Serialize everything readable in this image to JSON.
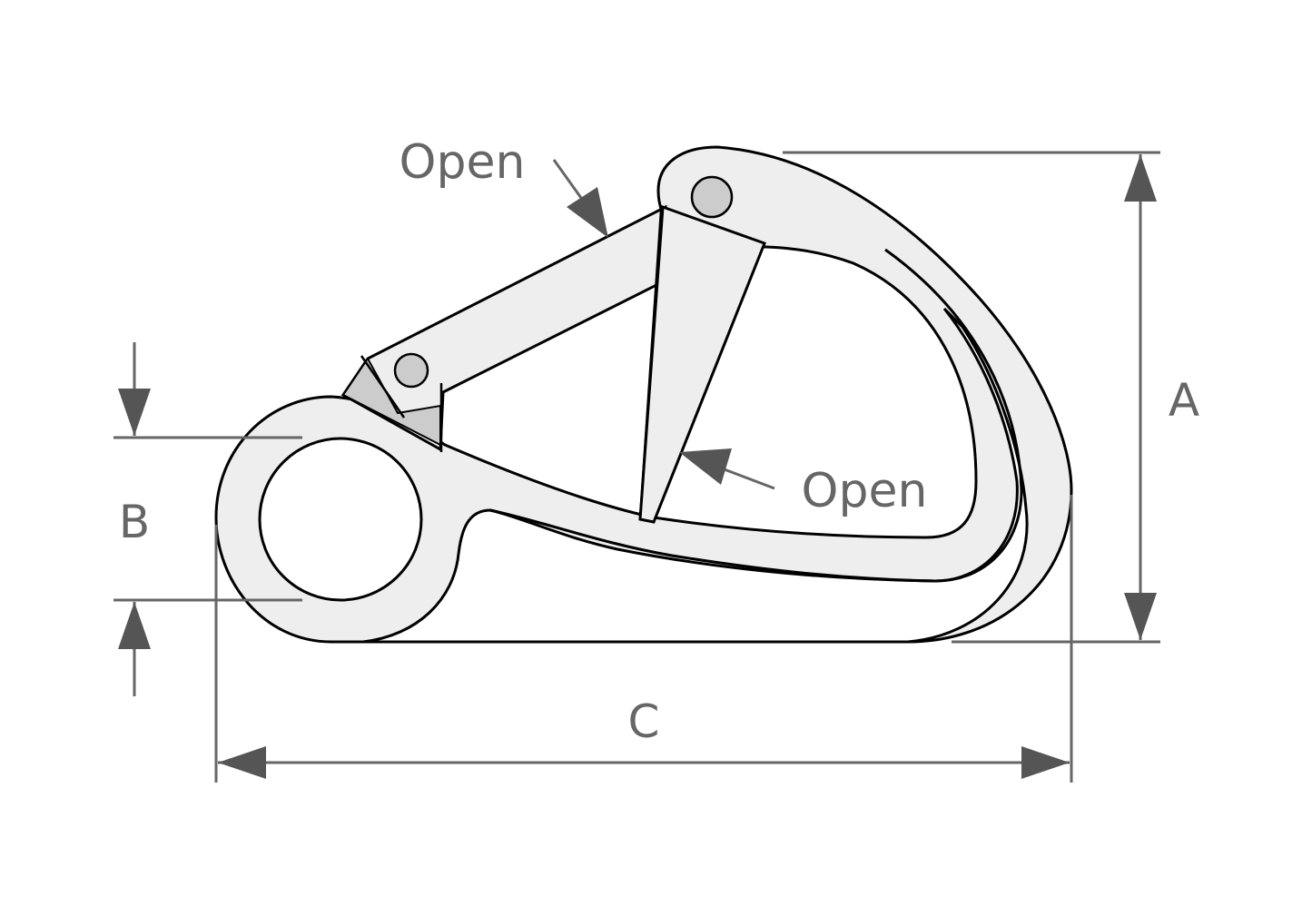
{
  "labels": {
    "open_top": "Open",
    "open_middle": "Open",
    "dimension_a": "A",
    "dimension_b": "B",
    "dimension_c": "C"
  },
  "colors": {
    "body": "#eeeeee",
    "rivet": "#cccccc",
    "dimension": "#666666",
    "arrow": "#555555",
    "outline": "#000000"
  }
}
